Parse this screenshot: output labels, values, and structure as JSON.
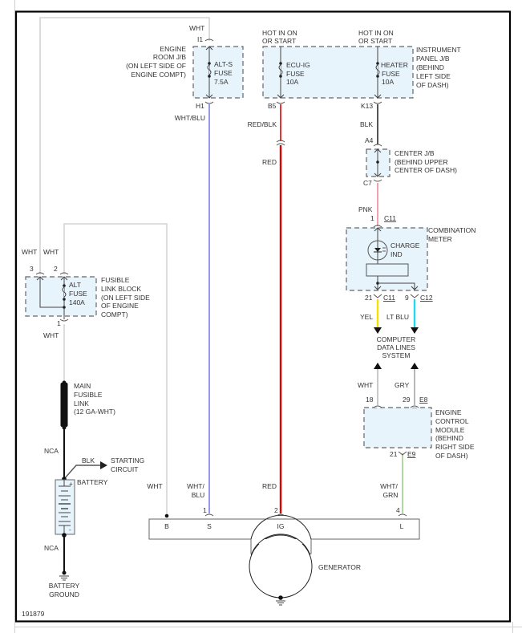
{
  "diagram_id": "191879",
  "colors": {
    "frame": "#000000",
    "page_rule": "#d0d0d0",
    "junction_fill": "#e8f4fc",
    "wire_wht": "#d3d3d3",
    "wire_wht_blu": "#6a6ae0",
    "wire_red": "#e00000",
    "wire_blk": "#555555",
    "wire_pnk": "#f0a0b0",
    "wire_yel": "#f5e000",
    "wire_lt_blu": "#20d8f0",
    "wire_gry": "#b8b8b8",
    "wire_wht_grn": "#9ad08a",
    "wire_black_main": "#111111"
  },
  "engine_room_jb": {
    "title": [
      "ENGINE",
      "ROOM J/B",
      "(ON LEFT SIDE OF",
      "ENGINE COMPT)"
    ],
    "fuse": [
      "ALT-S",
      "FUSE",
      "7.5A"
    ],
    "in_wire": "WHT",
    "in_pin": "I1",
    "out_pin": "H1",
    "out_wire": "WHT/BLU"
  },
  "instrument_panel_jb": {
    "title": [
      "INSTRUMENT",
      "PANEL J/B",
      "(BEHIND",
      "LEFT SIDE",
      "OF DASH)"
    ],
    "ecu_fuse": {
      "hot": [
        "HOT IN ON",
        "OR START"
      ],
      "label": [
        "ECU-IG",
        "FUSE",
        "10A"
      ],
      "pin": "B5",
      "wire": "RED/BLK"
    },
    "heater_fuse": {
      "hot": [
        "HOT IN ON",
        "OR START"
      ],
      "label": [
        "HEATER",
        "FUSE",
        "10A"
      ],
      "pin": "K13",
      "wire": "BLK"
    }
  },
  "red_wire_lower": "RED",
  "center_jb": {
    "title": [
      "CENTER J/B",
      "(BEHIND UPPER",
      "CENTER OF DASH)"
    ],
    "in_pin": "A4",
    "out_pin": "C7",
    "out_wire": "PNK"
  },
  "combination_meter": {
    "title": [
      "COMBINATION",
      "METER"
    ],
    "indicator": [
      "CHARGE",
      "IND"
    ],
    "in_pin": "1",
    "in_conn": "C11",
    "out_left_pin": "21",
    "out_left_conn": "C11",
    "out_right_pin": "9",
    "out_right_conn": "C12",
    "out_left_wire": "YEL",
    "out_right_wire": "LT BLU"
  },
  "computer_data_lines": [
    "COMPUTER",
    "DATA LINES",
    "SYSTEM"
  ],
  "ecm": {
    "title": [
      "ENGINE",
      "CONTROL",
      "MODULE",
      "(BEHIND",
      "RIGHT SIDE",
      "OF DASH)"
    ],
    "in_left_wire": "WHT",
    "in_right_wire": "GRY",
    "in_left_pin": "18",
    "in_right_pin": "29",
    "in_conn": "E8",
    "out_pin": "21",
    "out_conn": "E9",
    "out_wire": [
      "WHT/",
      "GRN"
    ]
  },
  "fusible_link_block": {
    "title": [
      "FUSIBLE",
      "LINK BLOCK",
      "(ON LEFT SIDE",
      "OF ENGINE",
      "COMPT)"
    ],
    "fuse": [
      "ALT",
      "FUSE",
      "140A"
    ],
    "pin3": "3",
    "pin2": "2",
    "pin1": "1",
    "wire3": "WHT",
    "wire2": "WHT",
    "wire1": "WHT"
  },
  "main_fusible_link": [
    "MAIN",
    "FUSIBLE",
    "LINK",
    "(12 GA-WHT)"
  ],
  "nca_upper": "NCA",
  "starting_circuit": {
    "wire": "BLK",
    "label": [
      "STARTING",
      "CIRCUIT"
    ]
  },
  "battery": {
    "label": "BATTERY",
    "plus": "+",
    "minus": "-"
  },
  "nca_lower": "NCA",
  "battery_ground": [
    "BATTERY",
    "GROUND"
  ],
  "generator": {
    "label": "GENERATOR",
    "terminals": [
      {
        "name": "B",
        "pin": "",
        "wire": [
          "WHT"
        ]
      },
      {
        "name": "S",
        "pin": "1",
        "wire": [
          "WHT/",
          "BLU"
        ]
      },
      {
        "name": "IG",
        "pin": "2",
        "wire": [
          "RED"
        ]
      },
      {
        "name": "L",
        "pin": "4",
        "wire": [
          "WHT/",
          "GRN"
        ]
      }
    ]
  }
}
